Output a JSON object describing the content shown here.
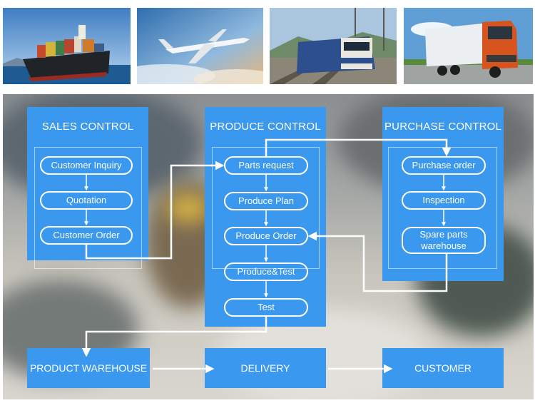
{
  "photos": [
    {
      "name": "cargo-ship-photo"
    },
    {
      "name": "airplane-photo"
    },
    {
      "name": "train-photo"
    },
    {
      "name": "truck-photo"
    }
  ],
  "sales": {
    "title": "SALES CONTROL",
    "steps": [
      "Customer Inquiry",
      "Quotation",
      "Customer Order"
    ]
  },
  "produce": {
    "title": "PRODUCE CONTROL",
    "steps": [
      "Parts request",
      "Produce Plan",
      "Produce Order",
      "Produce&Test",
      "Test"
    ]
  },
  "purchase": {
    "title": "PURCHASE CONTROL",
    "steps": [
      "Purchase order",
      "Inspection",
      "Spare parts\nwarehouse"
    ]
  },
  "bottom": {
    "warehouse": "PRODUCT WAREHOUSE",
    "delivery": "DELIVERY",
    "customer": "CUSTOMER"
  },
  "colors": {
    "panel": "#3a98ee",
    "line": "#ffffff"
  }
}
